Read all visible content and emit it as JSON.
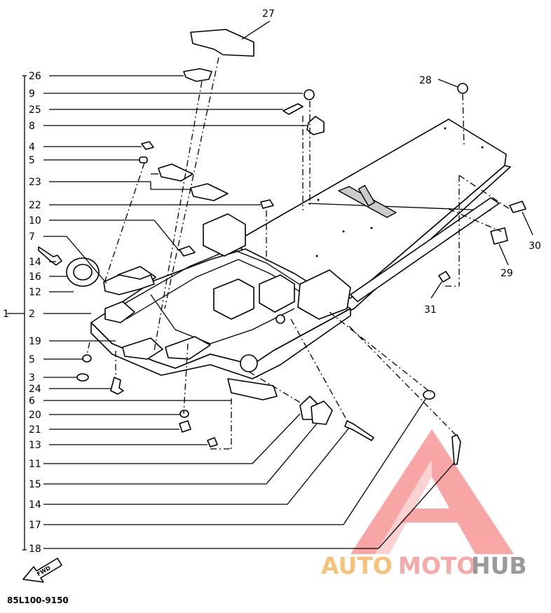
{
  "diagram": {
    "part_code": "85L100-9150",
    "fwd_label": "FWD",
    "watermark": {
      "a": "AUTO",
      "b": "MOTO",
      "c": "HUB"
    },
    "left_labels": [
      {
        "id": "26",
        "text": "26"
      },
      {
        "id": "9",
        "text": "9"
      },
      {
        "id": "25",
        "text": "25"
      },
      {
        "id": "8",
        "text": "8"
      },
      {
        "id": "4",
        "text": "4"
      },
      {
        "id": "5a",
        "text": "5"
      },
      {
        "id": "23",
        "text": "23"
      },
      {
        "id": "22",
        "text": "22"
      },
      {
        "id": "10",
        "text": "10"
      },
      {
        "id": "7",
        "text": "7"
      },
      {
        "id": "14a",
        "text": "14"
      },
      {
        "id": "16",
        "text": "16"
      },
      {
        "id": "12",
        "text": "12"
      },
      {
        "id": "1",
        "text": "1"
      },
      {
        "id": "2",
        "text": "2"
      },
      {
        "id": "19",
        "text": "19"
      },
      {
        "id": "5b",
        "text": "5"
      },
      {
        "id": "3",
        "text": "3"
      },
      {
        "id": "24",
        "text": "24"
      },
      {
        "id": "6",
        "text": "6"
      },
      {
        "id": "20",
        "text": "20"
      },
      {
        "id": "21",
        "text": "21"
      },
      {
        "id": "13",
        "text": "13"
      },
      {
        "id": "11",
        "text": "11"
      },
      {
        "id": "15",
        "text": "15"
      },
      {
        "id": "14b",
        "text": "14"
      },
      {
        "id": "17",
        "text": "17"
      },
      {
        "id": "18",
        "text": "18"
      }
    ],
    "right_labels": [
      {
        "id": "27",
        "text": "27"
      },
      {
        "id": "28",
        "text": "28"
      },
      {
        "id": "30",
        "text": "30"
      },
      {
        "id": "29",
        "text": "29"
      },
      {
        "id": "31",
        "text": "31"
      }
    ]
  }
}
